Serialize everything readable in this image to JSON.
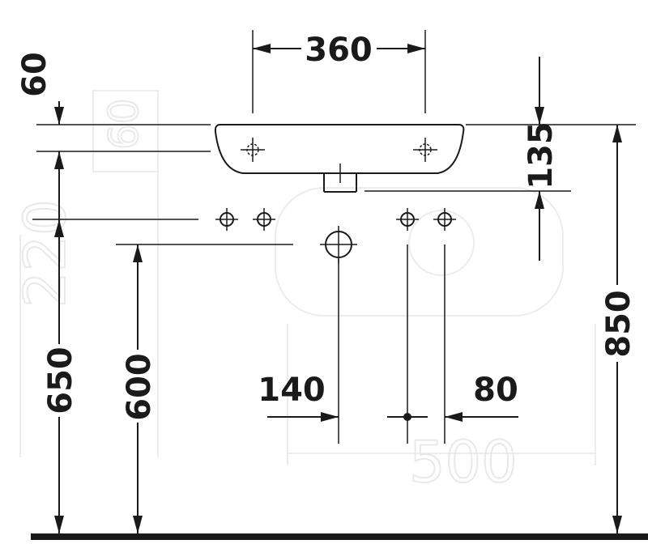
{
  "dimensions": {
    "width_top": "360",
    "top_offset": "60",
    "basin_depth": "135",
    "total_height": "850",
    "left_height": "650",
    "supply_height": "600",
    "drain_offset": "140",
    "supply_offset": "80"
  },
  "ghost_labels": {
    "left_side": "220",
    "bottom": "500",
    "top_left": "60"
  },
  "colors": {
    "line": "#1a1a1a",
    "ghost": "#ececec",
    "background": "#ffffff"
  }
}
